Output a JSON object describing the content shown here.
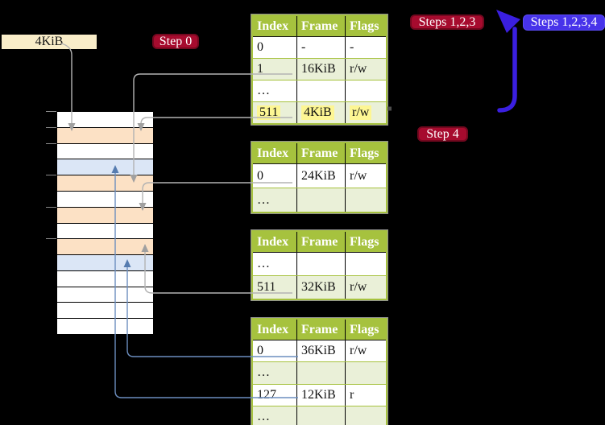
{
  "page_label": "4KiB",
  "badges": {
    "step0": "Step 0",
    "steps123": "Steps 1,2,3",
    "steps1234": "Steps 1,2,3,4",
    "step4": "Step 4"
  },
  "tables": [
    {
      "headers": [
        "Index",
        "Frame",
        "Flags"
      ],
      "rows": [
        {
          "cells": [
            "0",
            "-",
            "-"
          ],
          "shaded": false,
          "highlight": false
        },
        {
          "cells": [
            "1",
            "16KiB",
            "r/w"
          ],
          "shaded": true,
          "highlight": false
        },
        {
          "cells": [
            "…",
            "",
            ""
          ],
          "shaded": false,
          "highlight": false
        },
        {
          "cells": [
            "511",
            "4KiB",
            "r/w"
          ],
          "shaded": true,
          "highlight": true
        }
      ]
    },
    {
      "headers": [
        "Index",
        "Frame",
        "Flags"
      ],
      "rows": [
        {
          "cells": [
            "0",
            "24KiB",
            "r/w"
          ],
          "shaded": false,
          "highlight": false
        },
        {
          "cells": [
            "…",
            "",
            ""
          ],
          "shaded": true,
          "highlight": false
        }
      ]
    },
    {
      "headers": [
        "Index",
        "Frame",
        "Flags"
      ],
      "rows": [
        {
          "cells": [
            "…",
            "",
            ""
          ],
          "shaded": false,
          "highlight": false
        },
        {
          "cells": [
            "511",
            "32KiB",
            "r/w"
          ],
          "shaded": true,
          "highlight": false
        }
      ]
    },
    {
      "headers": [
        "Index",
        "Frame",
        "Flags"
      ],
      "rows": [
        {
          "cells": [
            "0",
            "36KiB",
            "r/w"
          ],
          "shaded": false,
          "highlight": false
        },
        {
          "cells": [
            "…",
            "",
            ""
          ],
          "shaded": true,
          "highlight": false
        },
        {
          "cells": [
            "127",
            "12KiB",
            "r"
          ],
          "shaded": false,
          "highlight": false
        },
        {
          "cells": [
            "…",
            "",
            ""
          ],
          "shaded": true,
          "highlight": false
        }
      ]
    }
  ],
  "stack": {
    "rows": [
      "white",
      "peach",
      "white",
      "blue",
      "peach",
      "white",
      "peach",
      "white",
      "peach",
      "blue",
      "white",
      "white",
      "white",
      "white"
    ]
  },
  "colors": {
    "badge_red": "#a60b2e",
    "badge_blue": "#4733ea",
    "loop_arrow_blue": "#3a1fe0",
    "table_header_green": "#a6c23e",
    "table_row_green": "#eaf0d8",
    "highlight_yellow": "#fdf693",
    "stack_peach": "#fce1c5",
    "stack_blue": "#dbe6f6",
    "label_cream": "#f9edc9",
    "connector_gray": "#b3b3b3",
    "connector_steelblue": "#6c8ebf"
  }
}
